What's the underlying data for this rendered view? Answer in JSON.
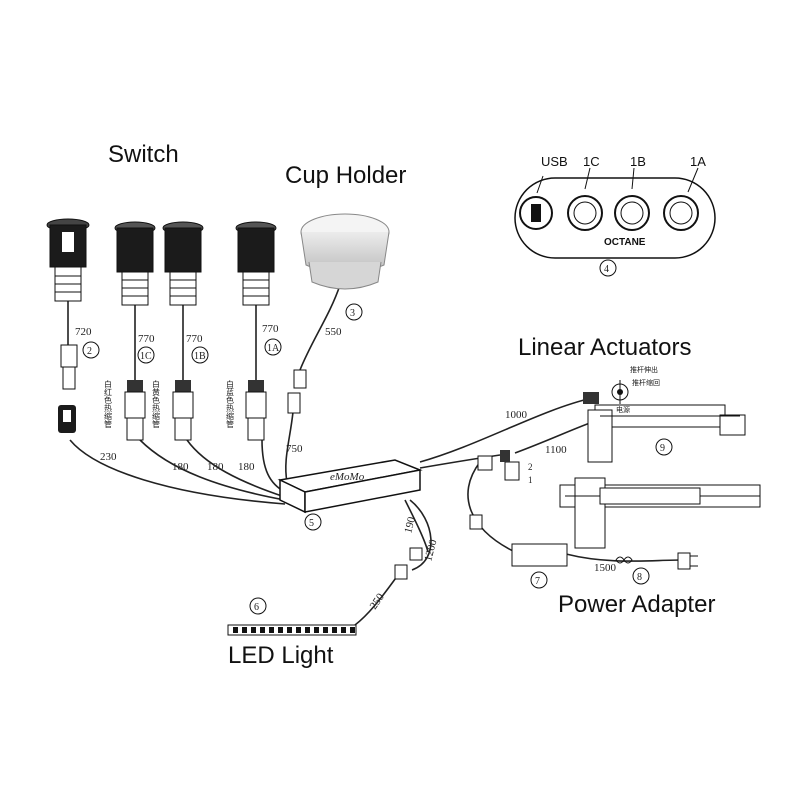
{
  "labels": {
    "switch": "Switch",
    "cup_holder": "Cup Holder",
    "linear_actuators": "Linear Actuators",
    "power_adapter": "Power Adapter",
    "led_light": "LED Light"
  },
  "panel": {
    "usb": "USB",
    "p1c": "1C",
    "p1b": "1B",
    "p1a": "1A",
    "brand": "OCTANE",
    "num": "4"
  },
  "circled": {
    "n1a": "1A",
    "n1b": "1B",
    "n1c": "1C",
    "n2": "2",
    "n3": "3",
    "n5": "5",
    "n6": "6",
    "n7": "7",
    "n8": "8",
    "n9": "9"
  },
  "dimensions": {
    "usb_len": "720",
    "c_len": "770",
    "b_len": "770",
    "a_len": "770",
    "cup_len": "550",
    "cup_cable": "750",
    "usb_cable": "230",
    "c_cable": "180",
    "b_cable": "180",
    "a_cable": "180",
    "act1": "1000",
    "act2": "1100",
    "led1": "190",
    "led2": "1200",
    "led3": "250",
    "adapter": "1500"
  },
  "box_brand": "eMoMo",
  "small_notes": {
    "pin2": "2",
    "pin1": "1",
    "tube_c": "白红色热缩管",
    "tube_b": "白黄色热缩管",
    "tube_a": "白蓝色热缩管",
    "act_n1": "推杆伸出",
    "act_n2": "推杆缩回",
    "act_n3": "电源"
  }
}
